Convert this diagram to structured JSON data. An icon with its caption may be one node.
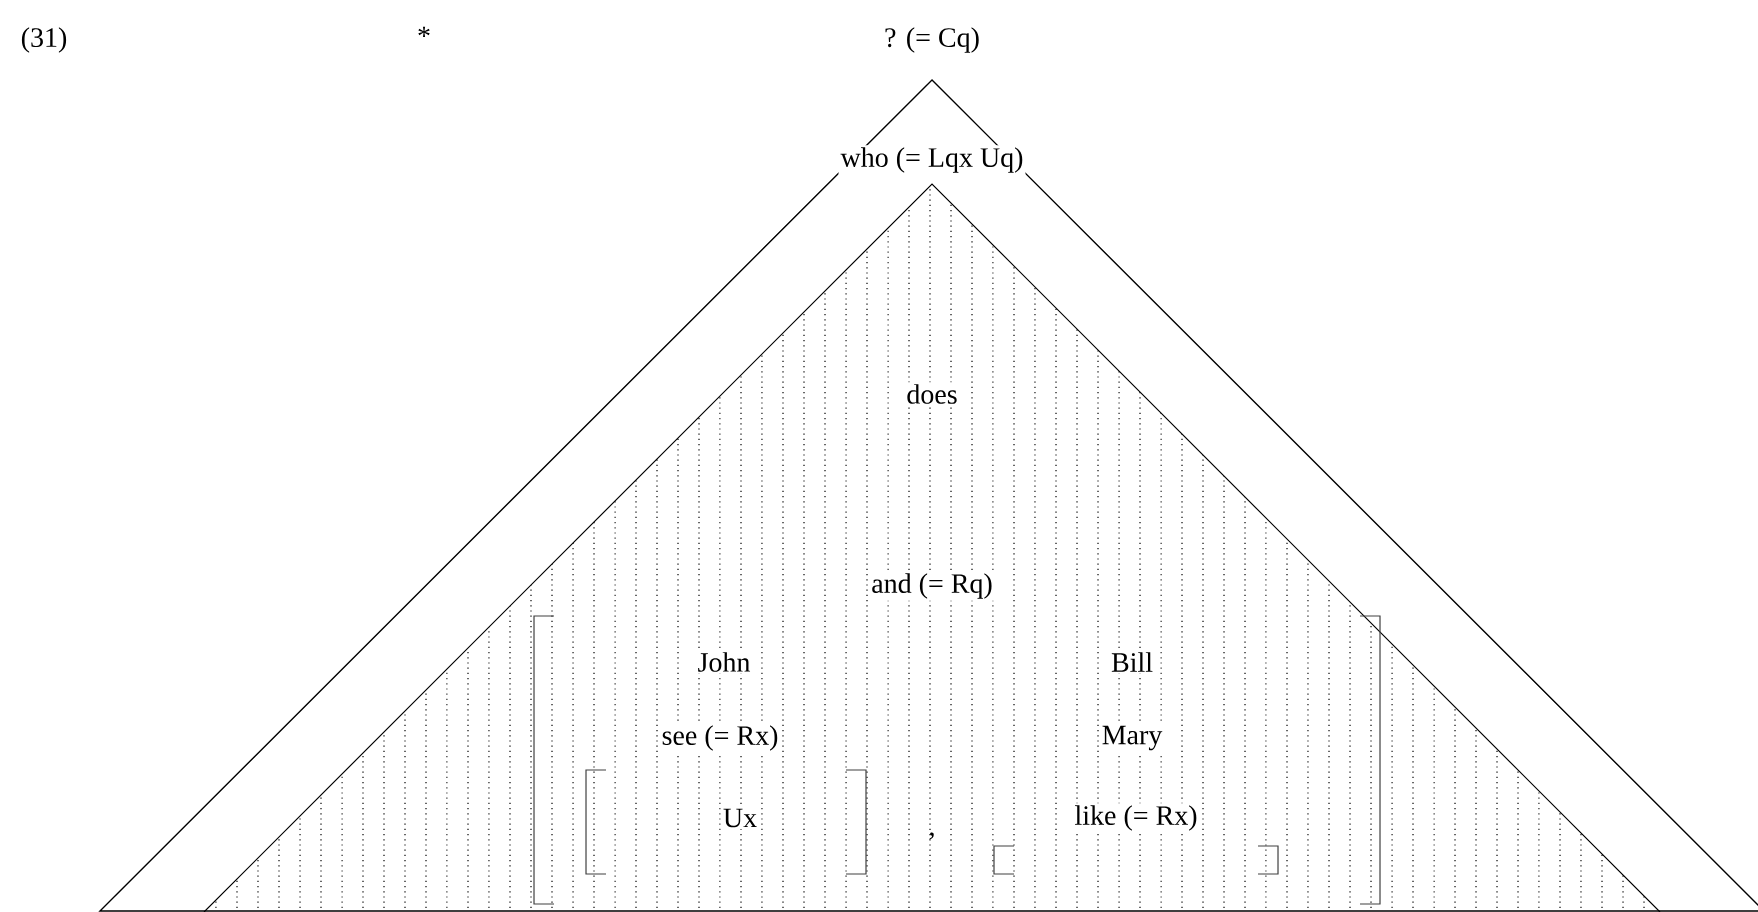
{
  "diagram": {
    "nodes": [
      {
        "text": [
          "? (= Cq)",
          "who (= Lqx Uq)"
        ]
      },
      {
        "text": [
          "does",
          "and (= Rq)"
        ],
        "in": 0
      },
      {
        "text": [
          "John",
          "Bill",
          "see (= Rx)",
          "Mary",
          "like (= Rx)"
        ],
        "in": 1
      },
      {
        "text": [
          "Ux"
        ],
        "in": 2
      },
      {
        "text": [],
        "shape": "bracket",
        "in": 2
      }
    ],
    "labels": [
      "(31)",
      "*",
      ","
    ]
  }
}
